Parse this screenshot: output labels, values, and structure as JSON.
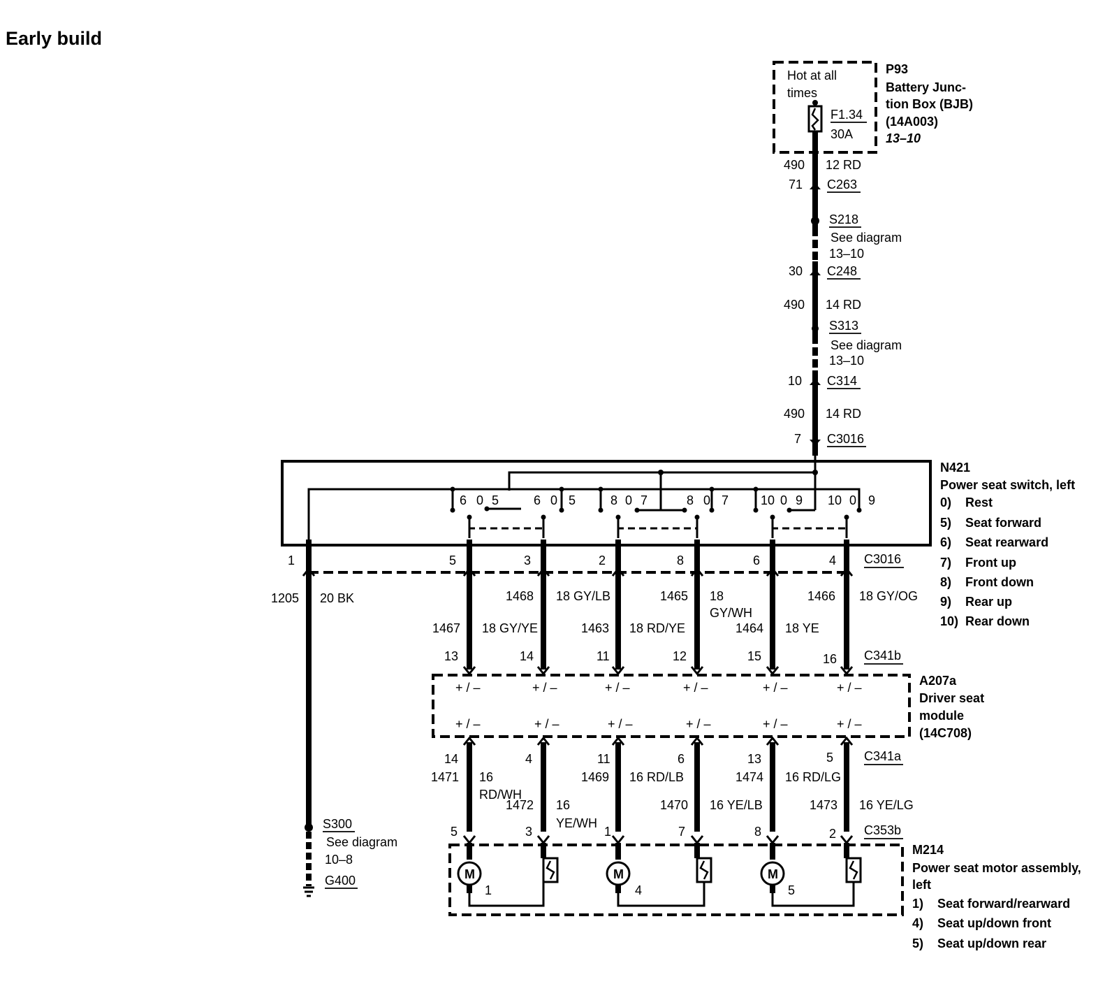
{
  "title": "Early build",
  "p93": {
    "inner": [
      "Hot at all",
      "times"
    ],
    "fuse": "F1.34",
    "amps": "30A",
    "id": "P93",
    "lines": [
      "Battery Junc-",
      "tion Box (BJB)",
      "(14A003)"
    ],
    "ref": "13–10"
  },
  "feed": {
    "c1": "490",
    "c1_wire": "12 RD",
    "pin71": "71",
    "c263": "C263",
    "s218": "S218",
    "see1": "See diagram",
    "ref1": "13–10",
    "pin30": "30",
    "c248": "C248",
    "c2": "490",
    "c2_wire": "14 RD",
    "s313": "S313",
    "see2": "See diagram",
    "ref2": "13–10",
    "pin10": "10",
    "c314": "C314",
    "c3": "490",
    "c3_wire": "14 RD",
    "pin7": "7",
    "c3016_top": "C3016"
  },
  "n421": {
    "id": "N421",
    "name": "Power seat switch, left",
    "positions": [
      {
        "num": "0)",
        "label": "Rest"
      },
      {
        "num": "5)",
        "label": "Seat forward"
      },
      {
        "num": "6)",
        "label": "Seat rearward"
      },
      {
        "num": "7)",
        "label": "Front up"
      },
      {
        "num": "8)",
        "label": "Front down"
      },
      {
        "num": "9)",
        "label": "Rear up"
      },
      {
        "num": "10)",
        "label": "Rear down"
      }
    ],
    "contacts": [
      [
        "6",
        "0",
        "5"
      ],
      [
        "6",
        "0",
        "5"
      ],
      [
        "8",
        "0",
        "7"
      ],
      [
        "8",
        "0",
        "7"
      ],
      [
        "10",
        "0",
        "9"
      ],
      [
        "10",
        "0",
        "9"
      ]
    ]
  },
  "c3016": {
    "label": "C3016",
    "pins": [
      "1",
      "5",
      "3",
      "2",
      "8",
      "6",
      "4"
    ]
  },
  "ground": {
    "circuit": "1205",
    "wire": "20 BK",
    "s300": "S300",
    "see": "See diagram",
    "ref": "10–8",
    "g400": "G400"
  },
  "upper_wires": {
    "circuits": [
      "1467",
      "1468",
      "1463",
      "1465",
      "1464",
      "1466"
    ],
    "colors": [
      "18 GY/YE",
      "18 GY/LB",
      "18 RD/YE",
      "18",
      "GY/WH",
      "18 YE",
      "18 GY/OG"
    ]
  },
  "c341b": {
    "label": "C341b",
    "pins": [
      "13",
      "14",
      "11",
      "12",
      "15",
      "16"
    ]
  },
  "a207a": {
    "id": "A207a",
    "lines": [
      "Driver seat",
      "module",
      "(14C708)"
    ],
    "pm": "+ / –"
  },
  "c341a": {
    "label": "C341a",
    "pins": [
      "14",
      "4",
      "11",
      "6",
      "13",
      "5"
    ]
  },
  "lower_wires": {
    "circuits": [
      "1471",
      "1472",
      "1469",
      "1470",
      "1474",
      "1473"
    ],
    "colors": [
      "16",
      "RD/WH",
      "16",
      "YE/WH",
      "16 RD/LB",
      "16 YE/LB",
      "16 RD/LG",
      "16 YE/LG"
    ]
  },
  "c353b": {
    "label": "C353b",
    "pins": [
      "5",
      "3",
      "1",
      "7",
      "8",
      "2"
    ]
  },
  "m214": {
    "id": "M214",
    "lines": [
      "Power seat motor assembly,",
      "left"
    ],
    "motor_letter": "M",
    "motors": [
      {
        "num": "1)",
        "label": "Seat forward/rearward",
        "tag": "1"
      },
      {
        "num": "4)",
        "label": "Seat up/down front",
        "tag": "4"
      },
      {
        "num": "5)",
        "label": "Seat up/down rear",
        "tag": "5"
      }
    ]
  }
}
